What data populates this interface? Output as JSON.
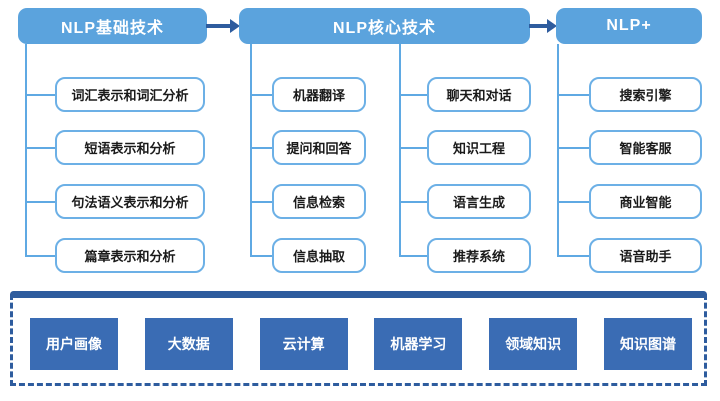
{
  "colors": {
    "header_fill": "#5BA3DD",
    "item_border": "#6CB0E6",
    "connector": "#5FA9E3",
    "arrow": "#2E5C9E",
    "dark_blue": "#2E5C9E",
    "foundation_fill": "#3A6CB4"
  },
  "headers": [
    "NLP基础技术",
    "NLP核心技术",
    "NLP+"
  ],
  "groups": {
    "basic": [
      "词汇表示和词汇分析",
      "短语表示和分析",
      "句法语义表示和分析",
      "篇章表示和分析"
    ],
    "core_left": [
      "机器翻译",
      "提问和回答",
      "信息检索",
      "信息抽取"
    ],
    "core_right": [
      "聊天和对话",
      "知识工程",
      "语言生成",
      "推荐系统"
    ],
    "plus": [
      "搜索引擎",
      "智能客服",
      "商业智能",
      "语音助手"
    ]
  },
  "foundation": [
    "用户画像",
    "大数据",
    "云计算",
    "机器学习",
    "领域知识",
    "知识图谱"
  ]
}
